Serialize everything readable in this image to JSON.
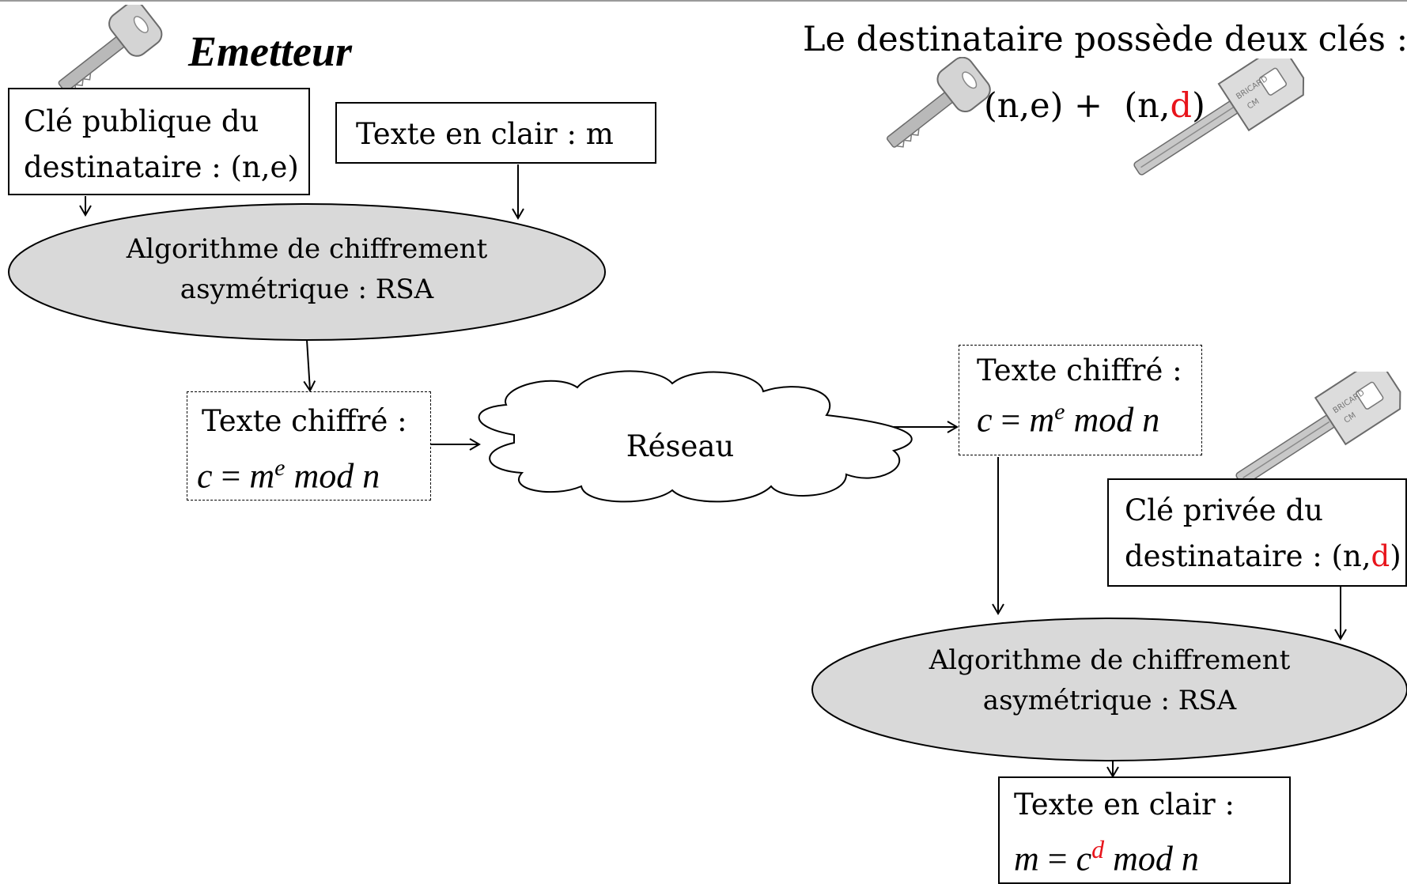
{
  "sender": {
    "title": "Emetteur",
    "public_key_line1": "Clé publique du",
    "public_key_line2": "destinataire : (n,e)",
    "plaintext": "Texte en clair : m",
    "algo_line1": "Algorithme de chiffrement",
    "algo_line2": "asymétrique : RSA",
    "cipher_label": "Texte chiffré :",
    "cipher_c": "c",
    "cipher_eq": " = ",
    "cipher_m": "m",
    "cipher_exp": "e",
    "cipher_mod": " mod n"
  },
  "network": {
    "label": "Réseau"
  },
  "receiver": {
    "header": "Le destinataire possède deux clés :",
    "keys_public": "(n,e) +",
    "keys_private_open": "(n,",
    "keys_private_d": "d",
    "keys_private_close": ")",
    "cipher_label": "Texte chiffré :",
    "cipher_c": "c",
    "cipher_eq": " = ",
    "cipher_m": "m",
    "cipher_exp": "e",
    "cipher_mod": " mod n",
    "private_key_line1": "Clé privée du",
    "private_key_line2_a": "destinataire : (n,",
    "private_key_line2_d": "d",
    "private_key_line2_b": ")",
    "algo_line1": "Algorithme de chiffrement",
    "algo_line2": "asymétrique : RSA",
    "plain_label": "Texte en clair :",
    "plain_m": "m",
    "plain_eq": " = ",
    "plain_c": "c",
    "plain_exp": "d",
    "plain_mod": "  mod n"
  },
  "colors": {
    "ellipse_fill": "#d9d9d9",
    "accent_red": "#e8141b",
    "key_metal": "#c8c8c8"
  },
  "icons": [
    "public-key-icon",
    "private-key-icon"
  ]
}
